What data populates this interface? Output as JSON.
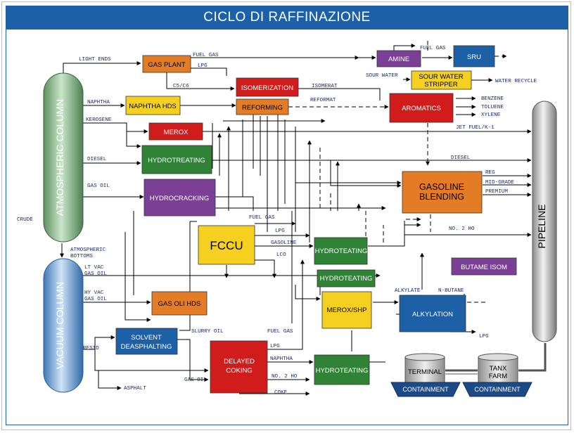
{
  "title": "CICLO DI RAFFINAZIONE",
  "columns": {
    "atmospheric": "ATMOSPHERIC COLUMN",
    "vacuum": "VACUUM COLUMN",
    "pipeline": "PIPELINE"
  },
  "units": {
    "gas_plant": "GAS PLANT",
    "naphtha_hds": "NAPHTHA HDS",
    "isomerization": "ISOMERIZATION",
    "reforming": "REFORMING",
    "merox": "MEROX",
    "hydrotreating": "HYDROTREATING",
    "hydrocracking": "HYDROCRACKING",
    "fccu": "FCCU",
    "hydroteating_1": "HYDROTEATING",
    "hydroteating_2": "HYDROTEATING",
    "hydroteating_3": "HYDROTEATING",
    "gas_oli_hds": "GAS OLI HDS",
    "merox_shp": "MEROX/SHP",
    "alkylation": "ALKYLATION",
    "butame_isom": "BUTAME ISOM",
    "solvent_deasphalting_1": "SOLVENT",
    "solvent_deasphalting_2": "DEASPHALTING",
    "delayed_coking_1": "DELAYED",
    "delayed_coking_2": "COKING",
    "amine": "AMINE",
    "sru": "SRU",
    "sour_water_1": "SOUR WATER",
    "sour_water_2": "STRIPPER",
    "aromatics": "AROMATICS",
    "gasoline_1": "GASOLINE",
    "gasoline_2": "BLENDING",
    "terminal": "TERMINAL",
    "tanx_1": "TANX",
    "tanx_2": "FARM",
    "containment_1": "CONTAINMENT",
    "containment_2": "CONTAINMENT"
  },
  "streams": {
    "light_ends": "LIGHT ENDS",
    "naphtha": "NAPHTHA",
    "kerosene": "KEROSENE",
    "diesel_left": "DIESEL",
    "gas_oil_left": "GAS OIL",
    "crude": "CRUDE",
    "atm_bottoms_1": "ATMOSPHERIC",
    "atm_bottoms_2": "BOTTOMS",
    "lt_vac_1": "LT VAC",
    "lt_vac_2": "GAS OIL",
    "hy_vac_1": "HY VAC",
    "hy_vac_2": "GAS OIL",
    "resid": "RESID",
    "asphalt": "ASPHALT",
    "fuel_gas_top": "FUEL GAS",
    "lpg_top": "LPG",
    "c5c6": "C5/C6",
    "fuel_gas_amine": "FUEL GAS",
    "sour_water": "SOUR WATER",
    "water_recycle": "WATER RECYCLE",
    "isomerat": "ISOMERAT",
    "reformat": "REFORMAT",
    "benzene": "BENZENE",
    "toluene": "TOLUENE",
    "xylene": "XYLENE",
    "jet_fuel": "JET FUEL/K-1",
    "diesel_right": "DIESEL",
    "reg": "REG",
    "mid_grade": "MID-GRADE",
    "premium": "PREMIUM",
    "no2ho_right": "NO. 2 HO",
    "fuel_gas_fccu": "FUEL GAS",
    "lpg_fccu": "LPG",
    "gasoline_fccu": "GASOLINE",
    "lco": "LCO",
    "alkylate": "ALKYLATE",
    "n_butane": "N-BUTANE",
    "lpg_alky": "LPG",
    "slurry_oil": "SLURRY OIL",
    "fuel_gas_coker": "FUEL GAS",
    "lpg_coker": "LPG",
    "naphtha_coker": "NAPHTHA",
    "no2ho_coker": "NO. 2 HO",
    "gas_oil_coker": "GAS OIL",
    "coke": "COKE"
  }
}
